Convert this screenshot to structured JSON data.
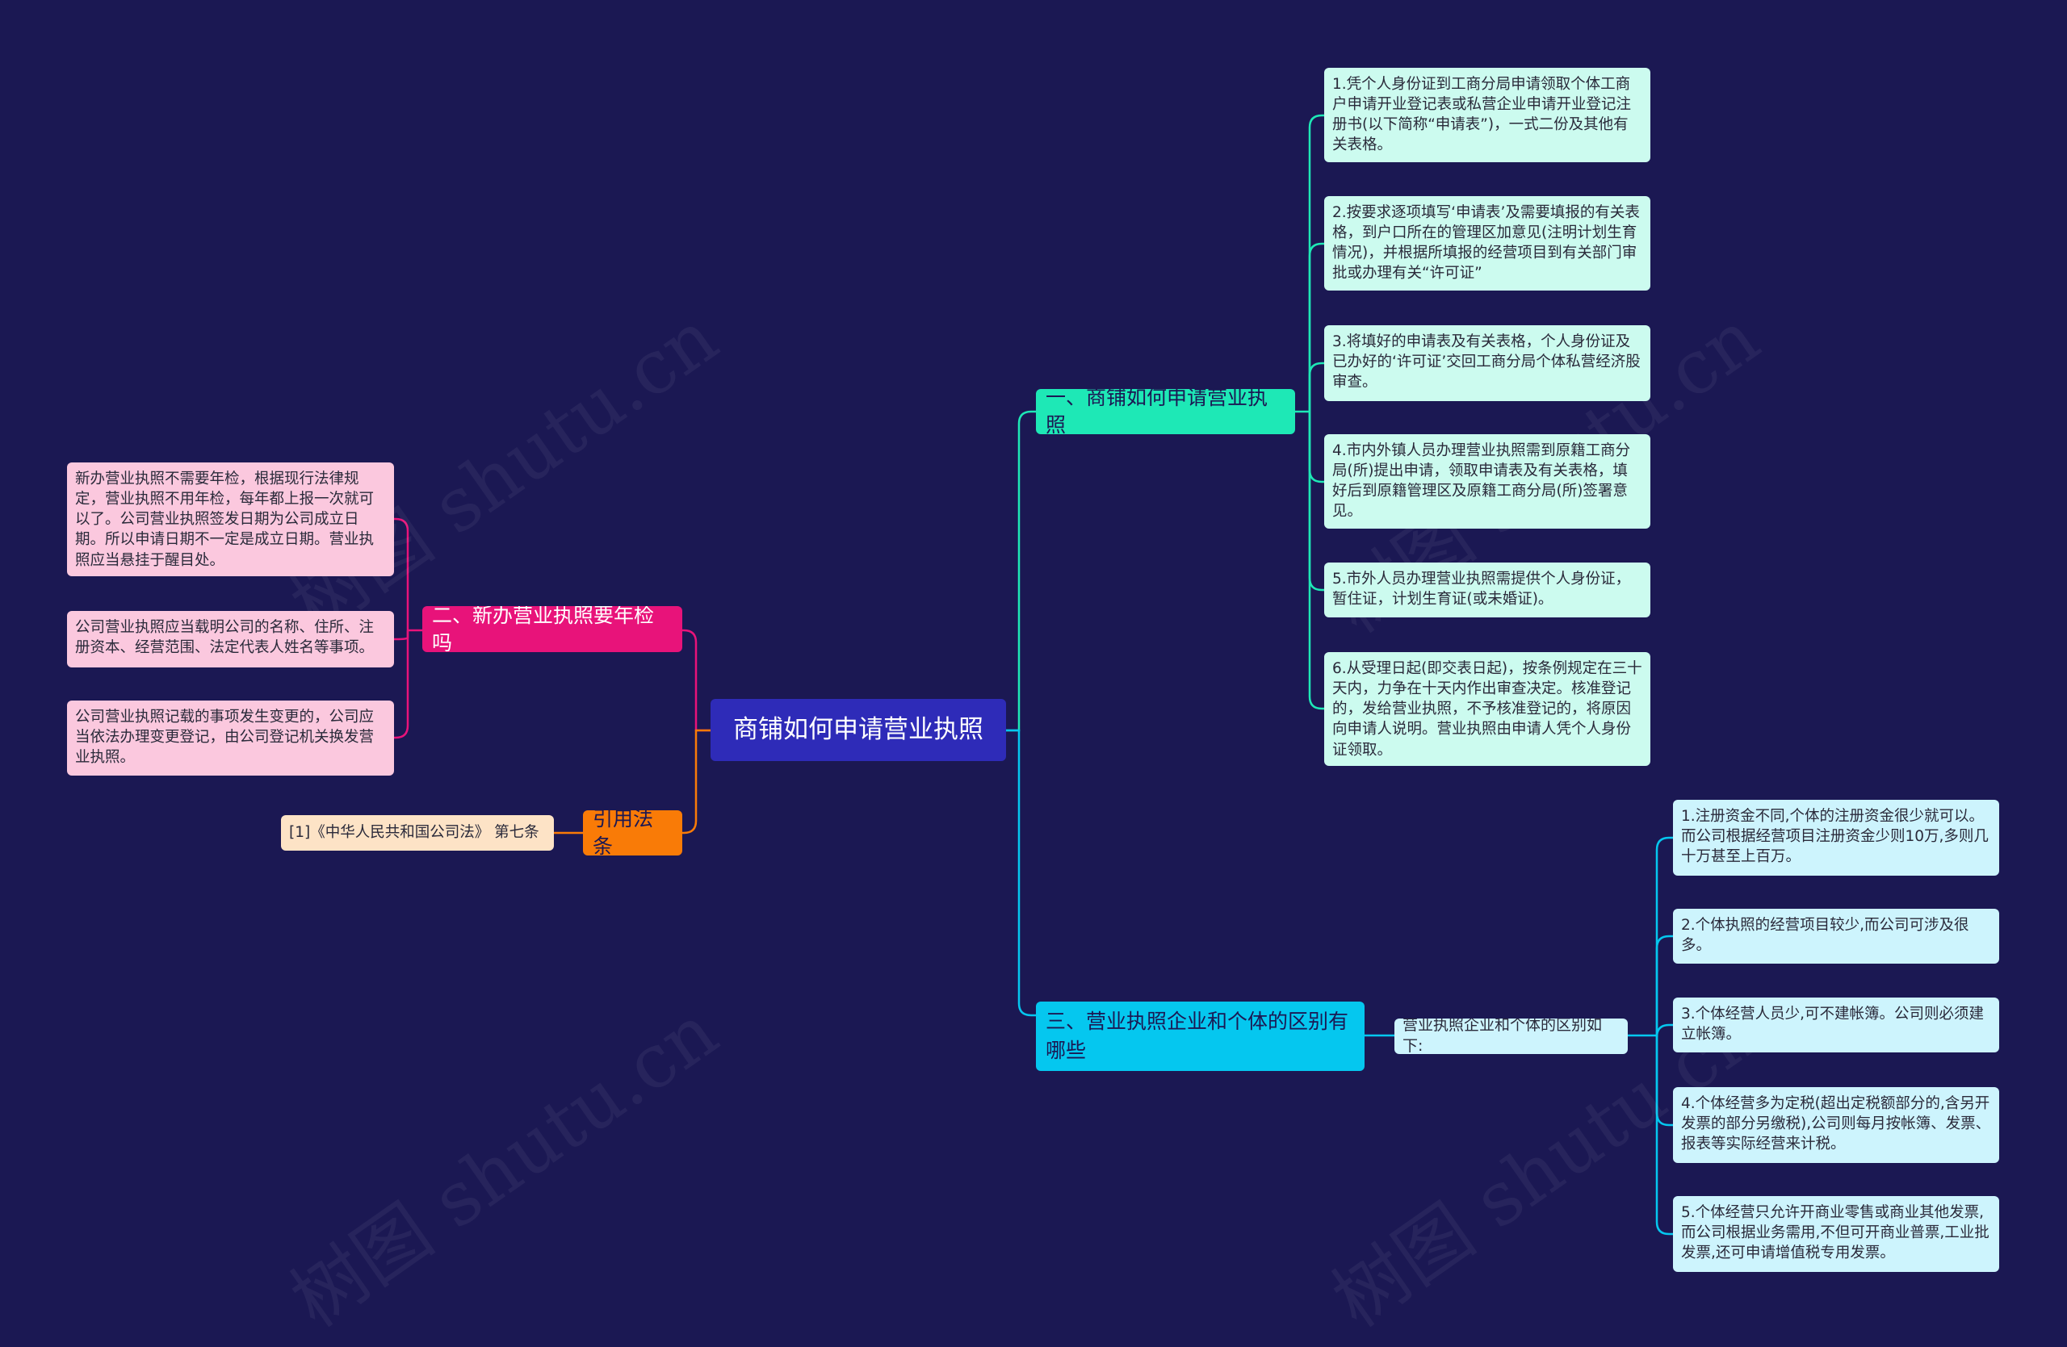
{
  "root": {
    "label": "商铺如何申请营业执照"
  },
  "watermark": "树图 shutu.cn",
  "branches": {
    "b1": {
      "label": "一、商铺如何申请营业执照",
      "items": [
        "1.凭个人身份证到工商分局申请领取个体工商户申请开业登记表或私营企业申请开业登记注册书(以下简称“申请表”)，一式二份及其他有关表格。",
        "2.按要求逐项填写‘申请表’及需要填报的有关表格，到户口所在的管理区加意见(注明计划生育情况)，并根据所填报的经营项目到有关部门审批或办理有关“许可证”",
        "3.将填好的申请表及有关表格，个人身份证及已办好的‘许可证’交回工商分局个体私营经济股审查。",
        "4.市内外镇人员办理营业执照需到原籍工商分局(所)提出申请，领取申请表及有关表格，填好后到原籍管理区及原籍工商分局(所)签署意见。",
        "5.市外人员办理营业执照需提供个人身份证，暂住证，计划生育证(或未婚证)。",
        "6.从受理日起(即交表日起)，按条例规定在三十天内，力争在十天内作出审查决定。核准登记的，发给营业执照，不予核准登记的，将原因向申请人说明。营业执照由申请人凭个人身份证领取。"
      ]
    },
    "b3": {
      "label": "三、营业执照企业和个体的区别有哪些",
      "mid": "营业执照企业和个体的区别如下:",
      "items": [
        "1.注册资金不同,个体的注册资金很少就可以。而公司根据经营项目注册资金少则10万,多则几十万甚至上百万。",
        "2.个体执照的经营项目较少,而公司可涉及很多。",
        "3.个体经营人员少,可不建帐簿。公司则必须建立帐簿。",
        "4.个体经营多为定税(超出定税额部分的,含另开发票的部分另缴税),公司则每月按帐簿、发票、报表等实际经营来计税。",
        "5.个体经营只允许开商业零售或商业其他发票,而公司根据业务需用,不但可开商业普票,工业批发票,还可申请增值税专用发票。"
      ]
    },
    "b2": {
      "label": "二、新办营业执照要年检吗",
      "items": [
        "新办营业执照不需要年检，根据现行法律规定，营业执照不用年检，每年都上报一次就可以了。公司营业执照签发日期为公司成立日期。所以申请日期不一定是成立日期。营业执照应当悬挂于醒目处。",
        "公司营业执照应当载明公司的名称、住所、注册资本、经营范围、法定代表人姓名等事项。",
        "公司营业执照记载的事项发生变更的，公司应当依法办理变更登记，由公司登记机关换发营业执照。"
      ]
    },
    "ref": {
      "label": "引用法条",
      "items": [
        "[1]《中华人民共和国公司法》 第七条"
      ]
    }
  },
  "colors": {
    "background": "#1b1853",
    "root": "#2e2bb8",
    "green": "#1ee8b6",
    "cyan": "#05c7ef",
    "magenta": "#e8137a",
    "orange": "#f97b07"
  }
}
